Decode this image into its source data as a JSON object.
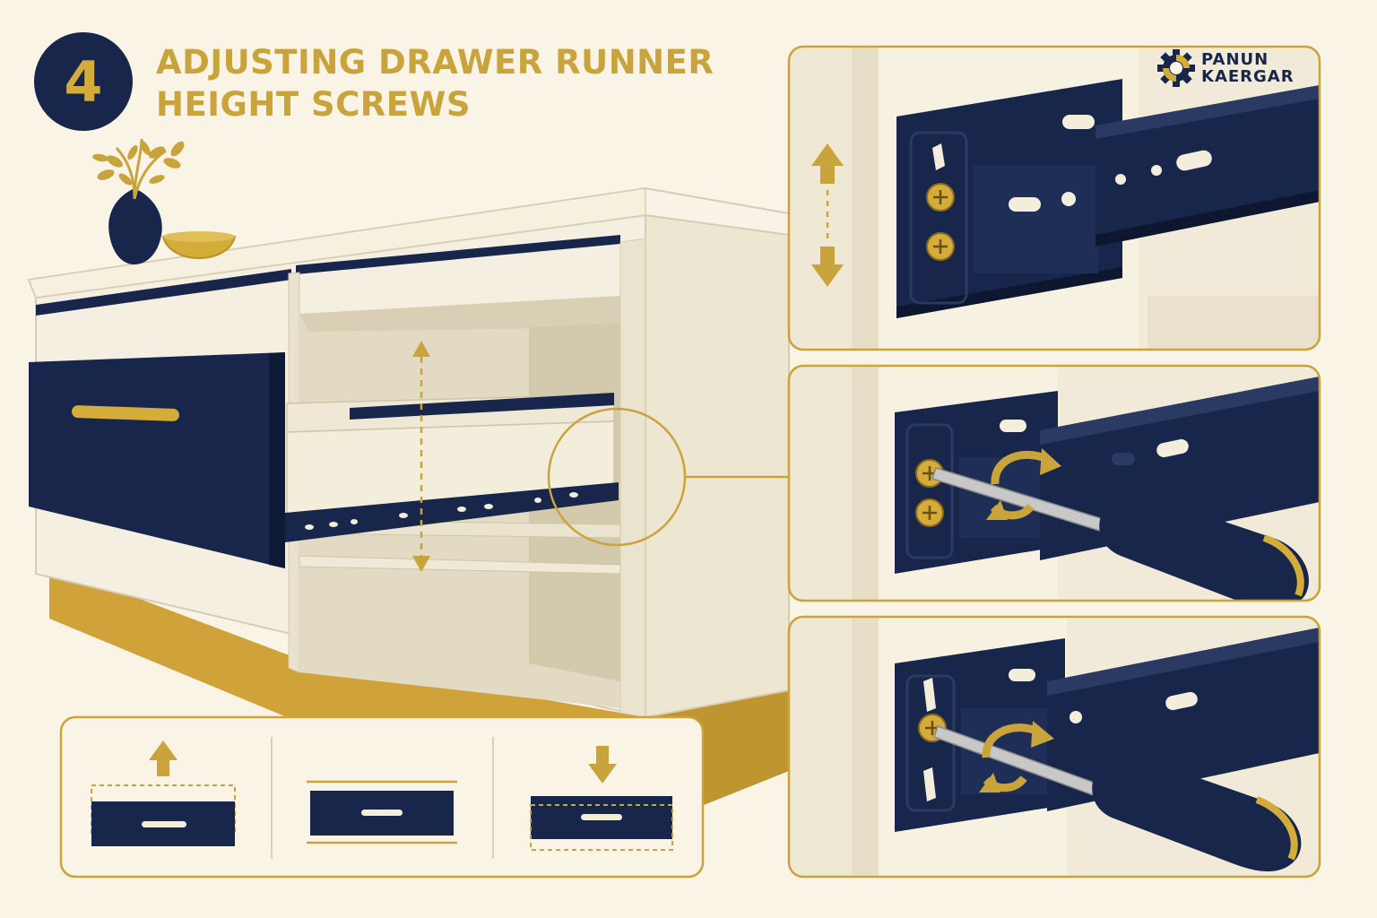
{
  "step": {
    "number": "4"
  },
  "title": {
    "line1": "ADJUSTING DRAWER RUNNER",
    "line2": "HEIGHT SCREWS"
  },
  "brand": {
    "line1": "PANUN",
    "line2": "KAERGAR",
    "icon": "gear-icon"
  },
  "colors": {
    "navy": "#17264A",
    "gold": "#C9A43C",
    "cream": "#FAF4E6",
    "cabinet": "#F3EEDE",
    "shadow": "#E3DCC6"
  },
  "panels": [
    {
      "name": "detail-height-range",
      "icon": "up-down-arrows-icon"
    },
    {
      "name": "detail-turn-upper-screw",
      "icon": "rotate-arrows-icon"
    },
    {
      "name": "detail-turn-lower-screw",
      "icon": "rotate-arrows-icon"
    }
  ],
  "positions": [
    {
      "name": "drawer-raised",
      "icon": "arrow-up-icon"
    },
    {
      "name": "drawer-level",
      "icon": "level-lines-icon"
    },
    {
      "name": "drawer-lowered",
      "icon": "arrow-down-icon"
    }
  ]
}
